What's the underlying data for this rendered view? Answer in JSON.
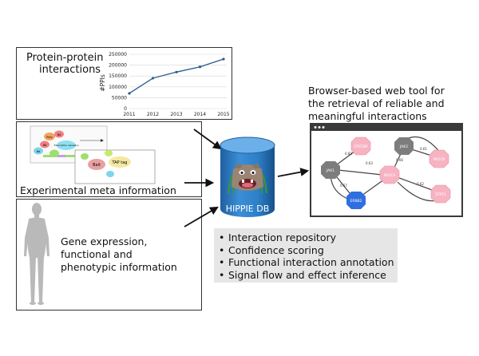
{
  "ppi_panel": {
    "title_line1": "Protein-protein",
    "title_line2": "interactions"
  },
  "chart_data": {
    "type": "line",
    "x": [
      2011,
      2012,
      2013,
      2014,
      2015
    ],
    "values": [
      70000,
      140000,
      168000,
      192000,
      228000
    ],
    "ylabel": "#PPIs",
    "ylim": [
      0,
      250000
    ],
    "yticks": [
      "0",
      "50000",
      "100000",
      "150000",
      "200000",
      "250000"
    ],
    "xticks": [
      "2011",
      "2012",
      "2013",
      "2014",
      "2015"
    ],
    "grid": true,
    "line_color": "#2a5a8c"
  },
  "meta_panel": {
    "label": "Experimental meta information",
    "node_labels": [
      "Rely",
      "Bd",
      "Bd",
      "Bd",
      "Transcription repression"
    ],
    "bait_label": "Bait",
    "tap_label": "TAP tag"
  },
  "gene_panel": {
    "line1": "Gene expression,",
    "line2": "functional and",
    "line3": "phenotypic information"
  },
  "database": {
    "label": "HIPPIE DB",
    "color": "#2c7fc6"
  },
  "web_tool": {
    "line1": "Browser-based web tool for",
    "line2": "the retrieval of reliable and",
    "line3": "meaningful interactions",
    "nodes": [
      "STAT3BP",
      "JAK2",
      "PIK3CB",
      "JAK1",
      "PIK3CA",
      "ERBB2",
      "STAT1"
    ],
    "edge_labels": [
      "0.63",
      "0.83",
      "0.61",
      "0.66",
      "0.62",
      "0.57"
    ]
  },
  "features": [
    "Interaction repository",
    "Confidence scoring",
    "Functional interaction annotation",
    "Signal flow and effect inference"
  ]
}
